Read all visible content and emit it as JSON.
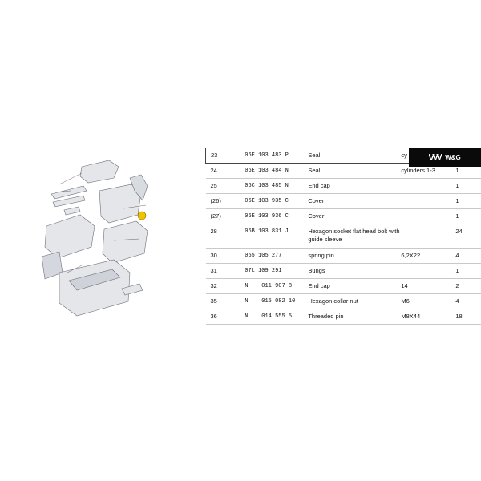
{
  "brand": {
    "logo_text": "W&G"
  },
  "diagram": {
    "highlight_color": "#f2c200"
  },
  "parts": [
    {
      "item": "23",
      "part_number": "06E 103 483 P",
      "description": "Seal",
      "remark": "cy",
      "qty": "",
      "selected": true
    },
    {
      "item": "24",
      "part_number": "06E 103 484 N",
      "description": "Seal",
      "remark": "cylinders 1-3",
      "qty": "1"
    },
    {
      "item": "25",
      "part_number": "06C 103 485 N",
      "description": "End cap",
      "remark": "",
      "qty": "1"
    },
    {
      "item": "(26)",
      "part_number": "06E 103 935 C",
      "description": "Cover",
      "remark": "",
      "qty": "1"
    },
    {
      "item": "(27)",
      "part_number": "06E 103 936 C",
      "description": "Cover",
      "remark": "",
      "qty": "1"
    },
    {
      "item": "28",
      "part_number": "06B 103 831 J",
      "description": "Hexagon socket flat head bolt with guide sleeve",
      "remark": "",
      "qty": "24"
    },
    {
      "item": "30",
      "part_number": "055 105 277",
      "description": "spring pin",
      "remark": "6,2X22",
      "qty": "4"
    },
    {
      "item": "31",
      "part_number": "07L 109 291",
      "description": "Bungs",
      "remark": "",
      "qty": "1"
    },
    {
      "item": "32",
      "part_number": "N    011 907 8",
      "description": "End cap",
      "remark": "14",
      "qty": "2"
    },
    {
      "item": "35",
      "part_number": "N    015 082 10",
      "description": "Hexagon collar nut",
      "remark": "M6",
      "qty": "4"
    },
    {
      "item": "36",
      "part_number": "N    014 555 5",
      "description": "Threaded pin",
      "remark": "M8X44",
      "qty": "18"
    }
  ]
}
